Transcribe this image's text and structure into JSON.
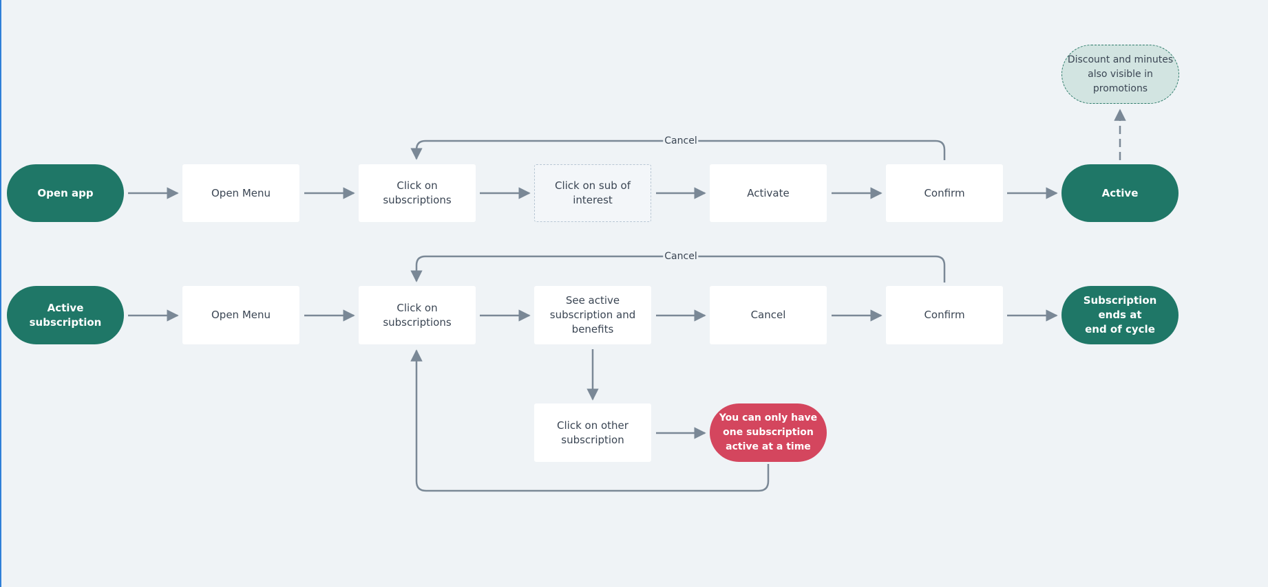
{
  "flows": {
    "activate": {
      "open_app": "Open app",
      "open_menu": "Open Menu",
      "click_subscriptions": "Click on\nsubscriptions",
      "click_sub_of_interest": "Click on sub of\ninterest",
      "activate": "Activate",
      "confirm": "Confirm",
      "active": "Active",
      "note": "Discount and minutes\nalso visible in\npromotions",
      "cancel_label": "Cancel"
    },
    "cancel": {
      "active_subscription": "Active subscription",
      "open_menu": "Open Menu",
      "click_subscriptions": "Click on\nsubscriptions",
      "see_active": "See active\nsubscription and\nbenefits",
      "cancel": "Cancel",
      "confirm": "Confirm",
      "ends": "Subscription ends at\nend of cycle",
      "cancel_label": "Cancel",
      "click_other": "Click on other\nsubscription",
      "only_one": "You can only have\none subscription\nactive at a time"
    }
  },
  "colors": {
    "terminal": "#1f7767",
    "error": "#d4465e",
    "note_fill": "#d2e4e1",
    "connector": "#7a8896",
    "background": "#eff3f6"
  }
}
